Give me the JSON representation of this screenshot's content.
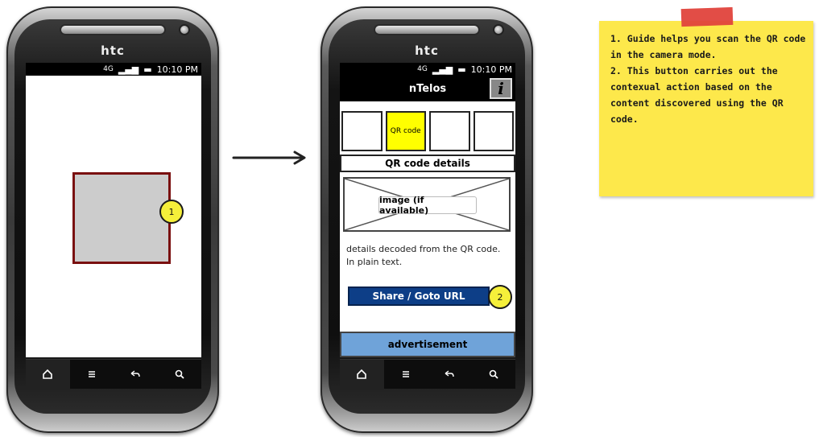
{
  "phones": {
    "brand": "htc",
    "status": {
      "network": "4G",
      "time": "10:10 PM"
    },
    "nav": {
      "home_icon": "home-icon",
      "menu_icon": "menu-icon",
      "back_icon": "back-icon",
      "search_icon": "search-icon"
    }
  },
  "left_screen": {
    "marker": "1"
  },
  "right_screen": {
    "title": "nTelos",
    "info_button": "i",
    "tiles": [
      "",
      "QR code",
      "",
      ""
    ],
    "section_label": "QR code details",
    "image_placeholder": "image (if available)",
    "details_text": "details decoded from the QR code. In plain text.",
    "share_button": "Share / Goto URL",
    "marker": "2",
    "advertisement": "advertisement"
  },
  "note": {
    "line1": "1. Guide helps you scan the QR code in the camera mode.",
    "line2": "2. This button carries out the contexual action based on the content discovered using the QR code."
  },
  "colors": {
    "scan_fill": "#cccccc",
    "scan_border": "#7a1010",
    "active_tile": "#ffff00",
    "share_button": "#0d3e87",
    "advertisement": "#6fa3d9",
    "note": "#fde84b",
    "tape": "#e0433c",
    "marker": "#f5ef3a"
  }
}
